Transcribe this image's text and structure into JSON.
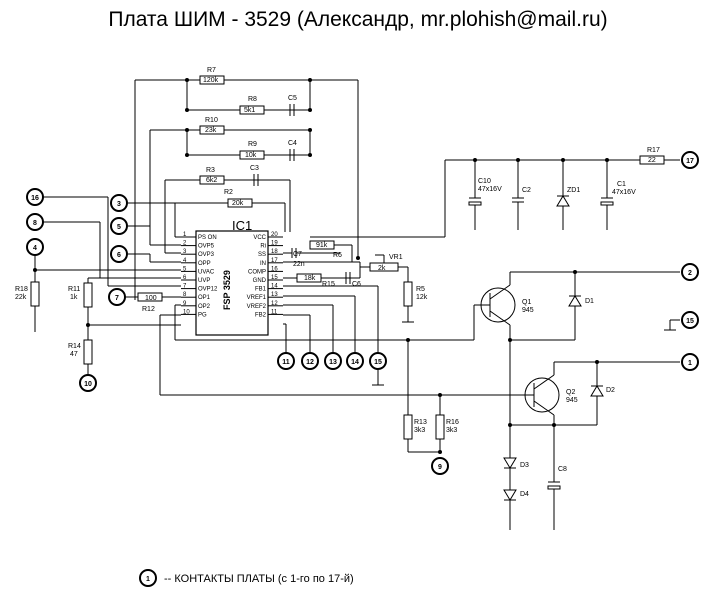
{
  "title": "Плата ШИМ - 3529 (Александр, mr.plohish@mail.ru)",
  "legend": {
    "number": "1",
    "text": "-- КОНТАКТЫ ПЛАТЫ (с 1-го по 17-й)"
  },
  "ic": {
    "ref": "IC1",
    "part": "FSP 3529",
    "left_pins": [
      {
        "n": "1",
        "name": "PS ON"
      },
      {
        "n": "2",
        "name": "OVP5"
      },
      {
        "n": "3",
        "name": "OVP3"
      },
      {
        "n": "4",
        "name": "OPP"
      },
      {
        "n": "5",
        "name": "UVAC"
      },
      {
        "n": "6",
        "name": "UVP"
      },
      {
        "n": "7",
        "name": "OVP12"
      },
      {
        "n": "8",
        "name": "OP1"
      },
      {
        "n": "9",
        "name": "OP2"
      },
      {
        "n": "10",
        "name": "PG"
      }
    ],
    "right_pins": [
      {
        "n": "20",
        "name": "VCC"
      },
      {
        "n": "19",
        "name": "Ri"
      },
      {
        "n": "18",
        "name": "SS"
      },
      {
        "n": "17",
        "name": "IN"
      },
      {
        "n": "16",
        "name": "COMP"
      },
      {
        "n": "15",
        "name": "GND"
      },
      {
        "n": "14",
        "name": "FB1"
      },
      {
        "n": "13",
        "name": "VREF1"
      },
      {
        "n": "12",
        "name": "VREF2"
      },
      {
        "n": "11",
        "name": "FB2"
      }
    ]
  },
  "components": {
    "r7": {
      "ref": "R7",
      "value": "120k"
    },
    "r8": {
      "ref": "R8",
      "value": "5k1"
    },
    "c5": {
      "ref": "C5"
    },
    "r10": {
      "ref": "R10",
      "value": "23k"
    },
    "r9": {
      "ref": "R9",
      "value": "10k"
    },
    "c4": {
      "ref": "C4"
    },
    "r3": {
      "ref": "R3",
      "value": "6k2"
    },
    "c3": {
      "ref": "C3"
    },
    "r2": {
      "ref": "R2",
      "value": "20k"
    },
    "r6": {
      "ref": "R6",
      "value": "91k"
    },
    "c7": {
      "ref": "C7",
      "value": "22n"
    },
    "r15": {
      "ref": "R15",
      "value": "18k"
    },
    "c6": {
      "ref": "C6"
    },
    "vr1": {
      "ref": "VR1",
      "value": "2k"
    },
    "r5": {
      "ref": "R5",
      "value": "12k"
    },
    "r12": {
      "ref": "R12",
      "value": "100"
    },
    "r11": {
      "ref": "R11",
      "value": "1k"
    },
    "r18": {
      "ref": "R18",
      "value": "22k"
    },
    "r14": {
      "ref": "R14",
      "value": "47"
    },
    "r13": {
      "ref": "R13",
      "value": "3k3"
    },
    "r16": {
      "ref": "R16",
      "value": "3k3"
    },
    "r17": {
      "ref": "R17",
      "value": "22"
    },
    "c10": {
      "ref": "C10",
      "value": "47x16V"
    },
    "c2": {
      "ref": "C2"
    },
    "zd1": {
      "ref": "ZD1"
    },
    "c1": {
      "ref": "C1",
      "value": "47x16V"
    },
    "q1": {
      "ref": "Q1",
      "value": "945"
    },
    "d1": {
      "ref": "D1"
    },
    "q2": {
      "ref": "Q2",
      "value": "945"
    },
    "d2": {
      "ref": "D2"
    },
    "d3": {
      "ref": "D3"
    },
    "d4": {
      "ref": "D4"
    },
    "c8": {
      "ref": "C8"
    }
  },
  "contacts": [
    "1",
    "2",
    "3",
    "4",
    "5",
    "6",
    "7",
    "8",
    "9",
    "10",
    "11",
    "12",
    "13",
    "14",
    "15",
    "16",
    "17"
  ]
}
